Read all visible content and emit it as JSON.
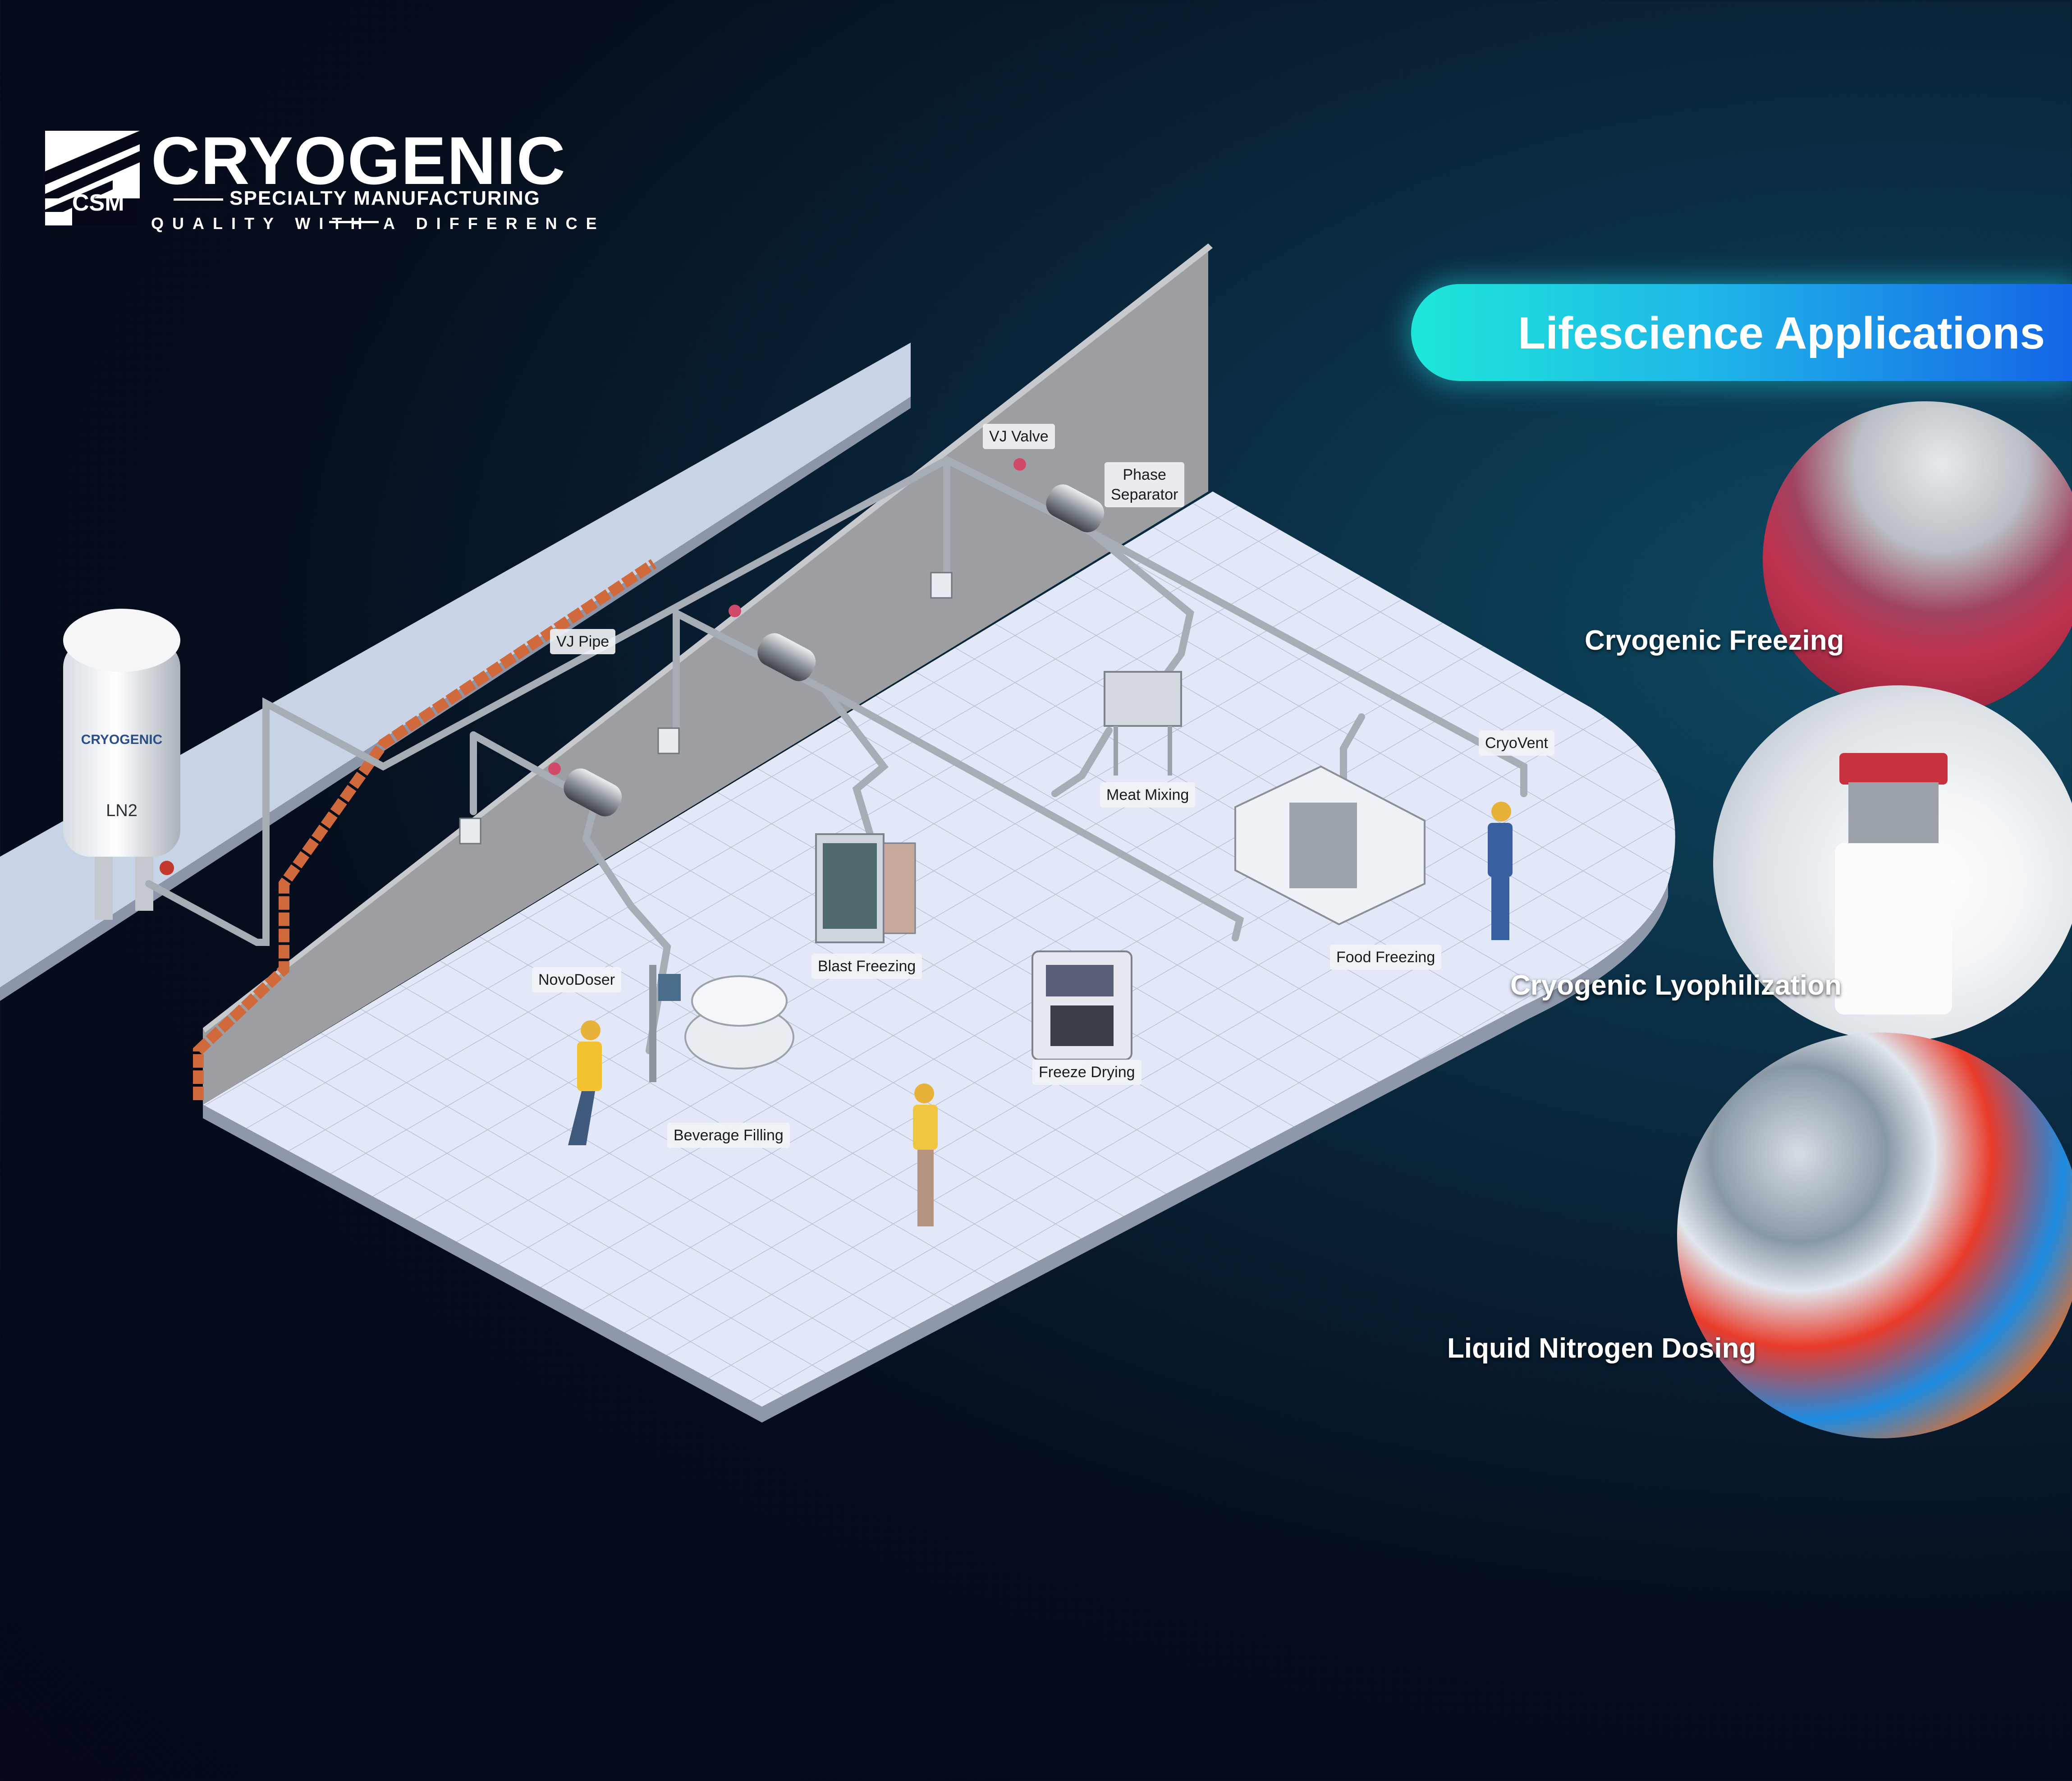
{
  "logo": {
    "title": "CRYOGENIC",
    "subtitle": "SPECIALTY MANUFACTURING",
    "tagline": "QUALITY WITH A DIFFERENCE",
    "mark": "CSM"
  },
  "diagram": {
    "tank_brand": "CRYOGENIC",
    "tank_label": "LN2",
    "callouts": {
      "vj_valve": "VJ Valve",
      "phase_separator": "Phase\nSeparator",
      "vj_pipe": "VJ Pipe",
      "cryovent": "CryoVent",
      "meat_mixing": "Meat Mixing",
      "blast_freezing": "Blast Freezing",
      "food_freezing": "Food Freezing",
      "novodoser": "NovoDoser",
      "freeze_drying": "Freeze Drying",
      "beverage_filling": "Beverage Filling"
    }
  },
  "panel": {
    "title": "Lifescience Applications",
    "applications": [
      {
        "label": "Cryogenic Freezing",
        "icon": "frozen-berries-photo"
      },
      {
        "label": "Cryogenic Lyophilization",
        "icon": "vial-photo"
      },
      {
        "label": "Liquid Nitrogen Dosing",
        "icon": "beverage-cans-photo"
      }
    ]
  },
  "colors": {
    "background": "#05091a",
    "banner_start": "#1ee7d8",
    "banner_end": "#1565e6",
    "floor": "#dfe6f7",
    "wall": "#9a9c9f",
    "brick": "#d06a3c"
  }
}
